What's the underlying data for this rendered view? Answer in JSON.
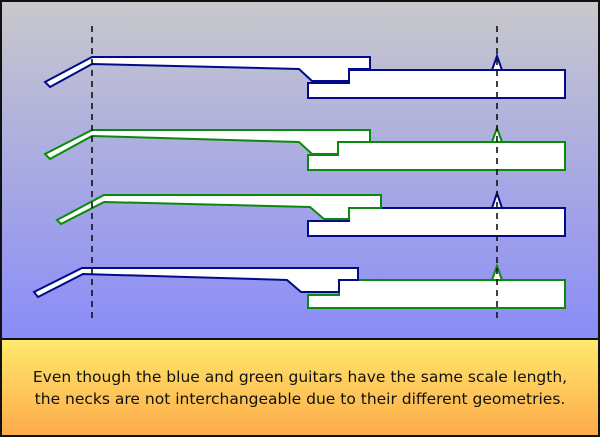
{
  "colors": {
    "blue": "#000a8a",
    "green": "#0a8a0a",
    "fill": "#ffffff",
    "guide": "#111111"
  },
  "rows": [
    {
      "neck": "blue",
      "body": "blue"
    },
    {
      "neck": "green",
      "body": "green"
    },
    {
      "neck": "green",
      "body": "blue"
    },
    {
      "neck": "blue",
      "body": "green"
    }
  ],
  "caption": {
    "line1": "Even though the blue and green guitars have the same scale length,",
    "line2": "the necks are not interchangeable due to their different geometries."
  }
}
